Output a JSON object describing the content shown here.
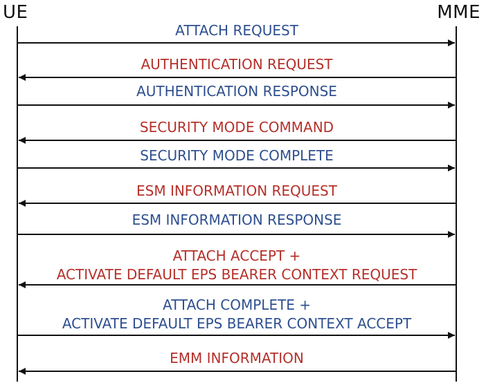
{
  "participants": {
    "left": "UE",
    "right": "MME"
  },
  "colors": {
    "uplink": "#2e4f8f",
    "downlink": "#b5302a",
    "line": "#111111"
  },
  "messages": [
    {
      "lines": [
        "ATTACH REQUEST"
      ],
      "direction": "ue-to-mme"
    },
    {
      "lines": [
        "AUTHENTICATION REQUEST"
      ],
      "direction": "mme-to-ue"
    },
    {
      "lines": [
        "AUTHENTICATION RESPONSE"
      ],
      "direction": "ue-to-mme"
    },
    {
      "lines": [
        "SECURITY MODE COMMAND"
      ],
      "direction": "mme-to-ue"
    },
    {
      "lines": [
        "SECURITY MODE COMPLETE"
      ],
      "direction": "ue-to-mme"
    },
    {
      "lines": [
        "ESM INFORMATION REQUEST"
      ],
      "direction": "mme-to-ue"
    },
    {
      "lines": [
        "ESM INFORMATION RESPONSE"
      ],
      "direction": "ue-to-mme"
    },
    {
      "lines": [
        "ATTACH ACCEPT +",
        "ACTIVATE DEFAULT EPS BEARER CONTEXT REQUEST"
      ],
      "direction": "mme-to-ue"
    },
    {
      "lines": [
        "ATTACH COMPLETE +",
        "ACTIVATE DEFAULT EPS BEARER CONTEXT ACCEPT"
      ],
      "direction": "ue-to-mme"
    },
    {
      "lines": [
        "EMM INFORMATION"
      ],
      "direction": "mme-to-ue"
    }
  ]
}
